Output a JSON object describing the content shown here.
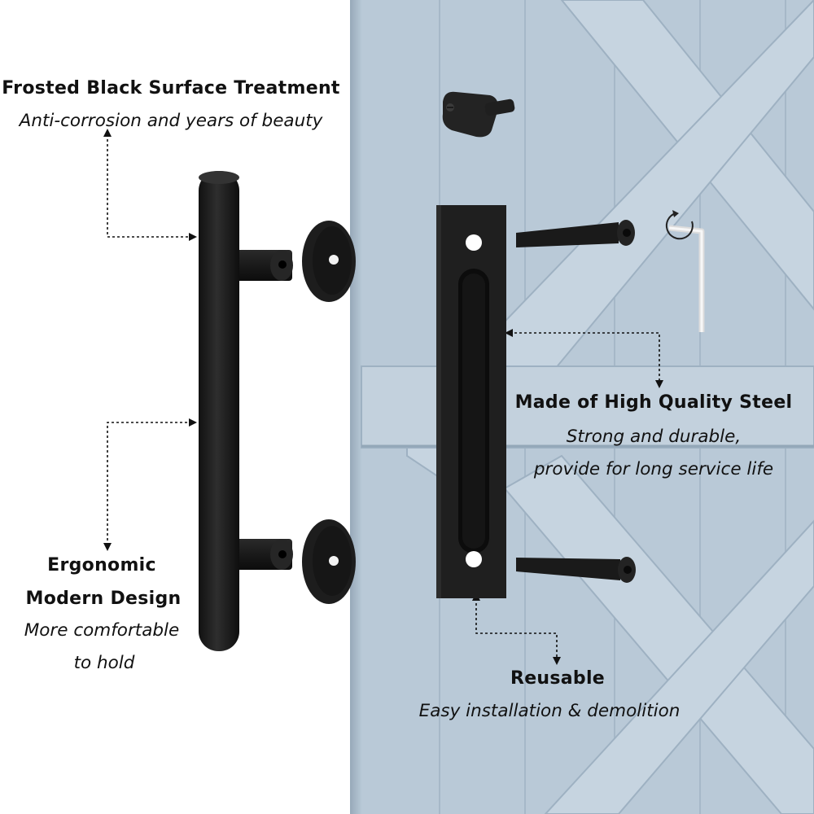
{
  "features": {
    "surface": {
      "title": "Frosted Black Surface Treatment",
      "subtitle": "Anti-corrosion and years of beauty"
    },
    "design": {
      "title_line1": "Ergonomic",
      "title_line2": "Modern Design",
      "subtitle_line1": "More comfortable",
      "subtitle_line2": "to hold"
    },
    "material": {
      "title": "Made of High Quality Steel",
      "subtitle_line1": "Strong and durable,",
      "subtitle_line2": "provide for long service life"
    },
    "reuse": {
      "title": "Reusable",
      "subtitle": "Easy installation & demolition"
    }
  },
  "colors": {
    "door": "#b6c7d5",
    "door_shadow": "#9fb2c3",
    "hardware": "#1c1c1c",
    "background": "#ffffff"
  }
}
